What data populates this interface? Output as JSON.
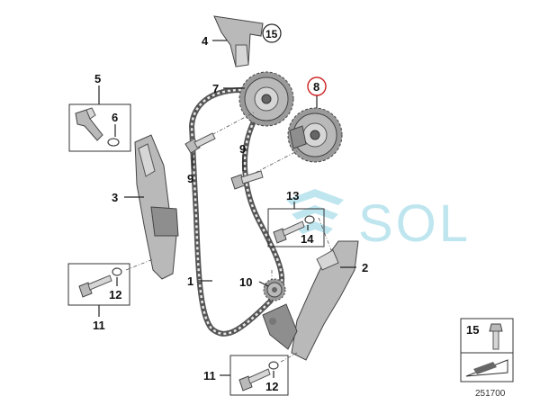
{
  "diagram": {
    "labels": {
      "p1": "1",
      "p2": "2",
      "p3": "3",
      "p4": "4",
      "p5": "5",
      "p6": "6",
      "p7": "7",
      "p8": "8",
      "p9a": "9",
      "p9b": "9",
      "p10": "10",
      "p11a": "11",
      "p11b": "11",
      "p12a": "12",
      "p12b": "12",
      "p13": "13",
      "p14": "14",
      "p15a": "15",
      "p15b": "15"
    },
    "watermark": "SOL",
    "diagram_code": "251700",
    "highlight_color": "#cc2222",
    "watermark_color": "#bfe6ef"
  }
}
